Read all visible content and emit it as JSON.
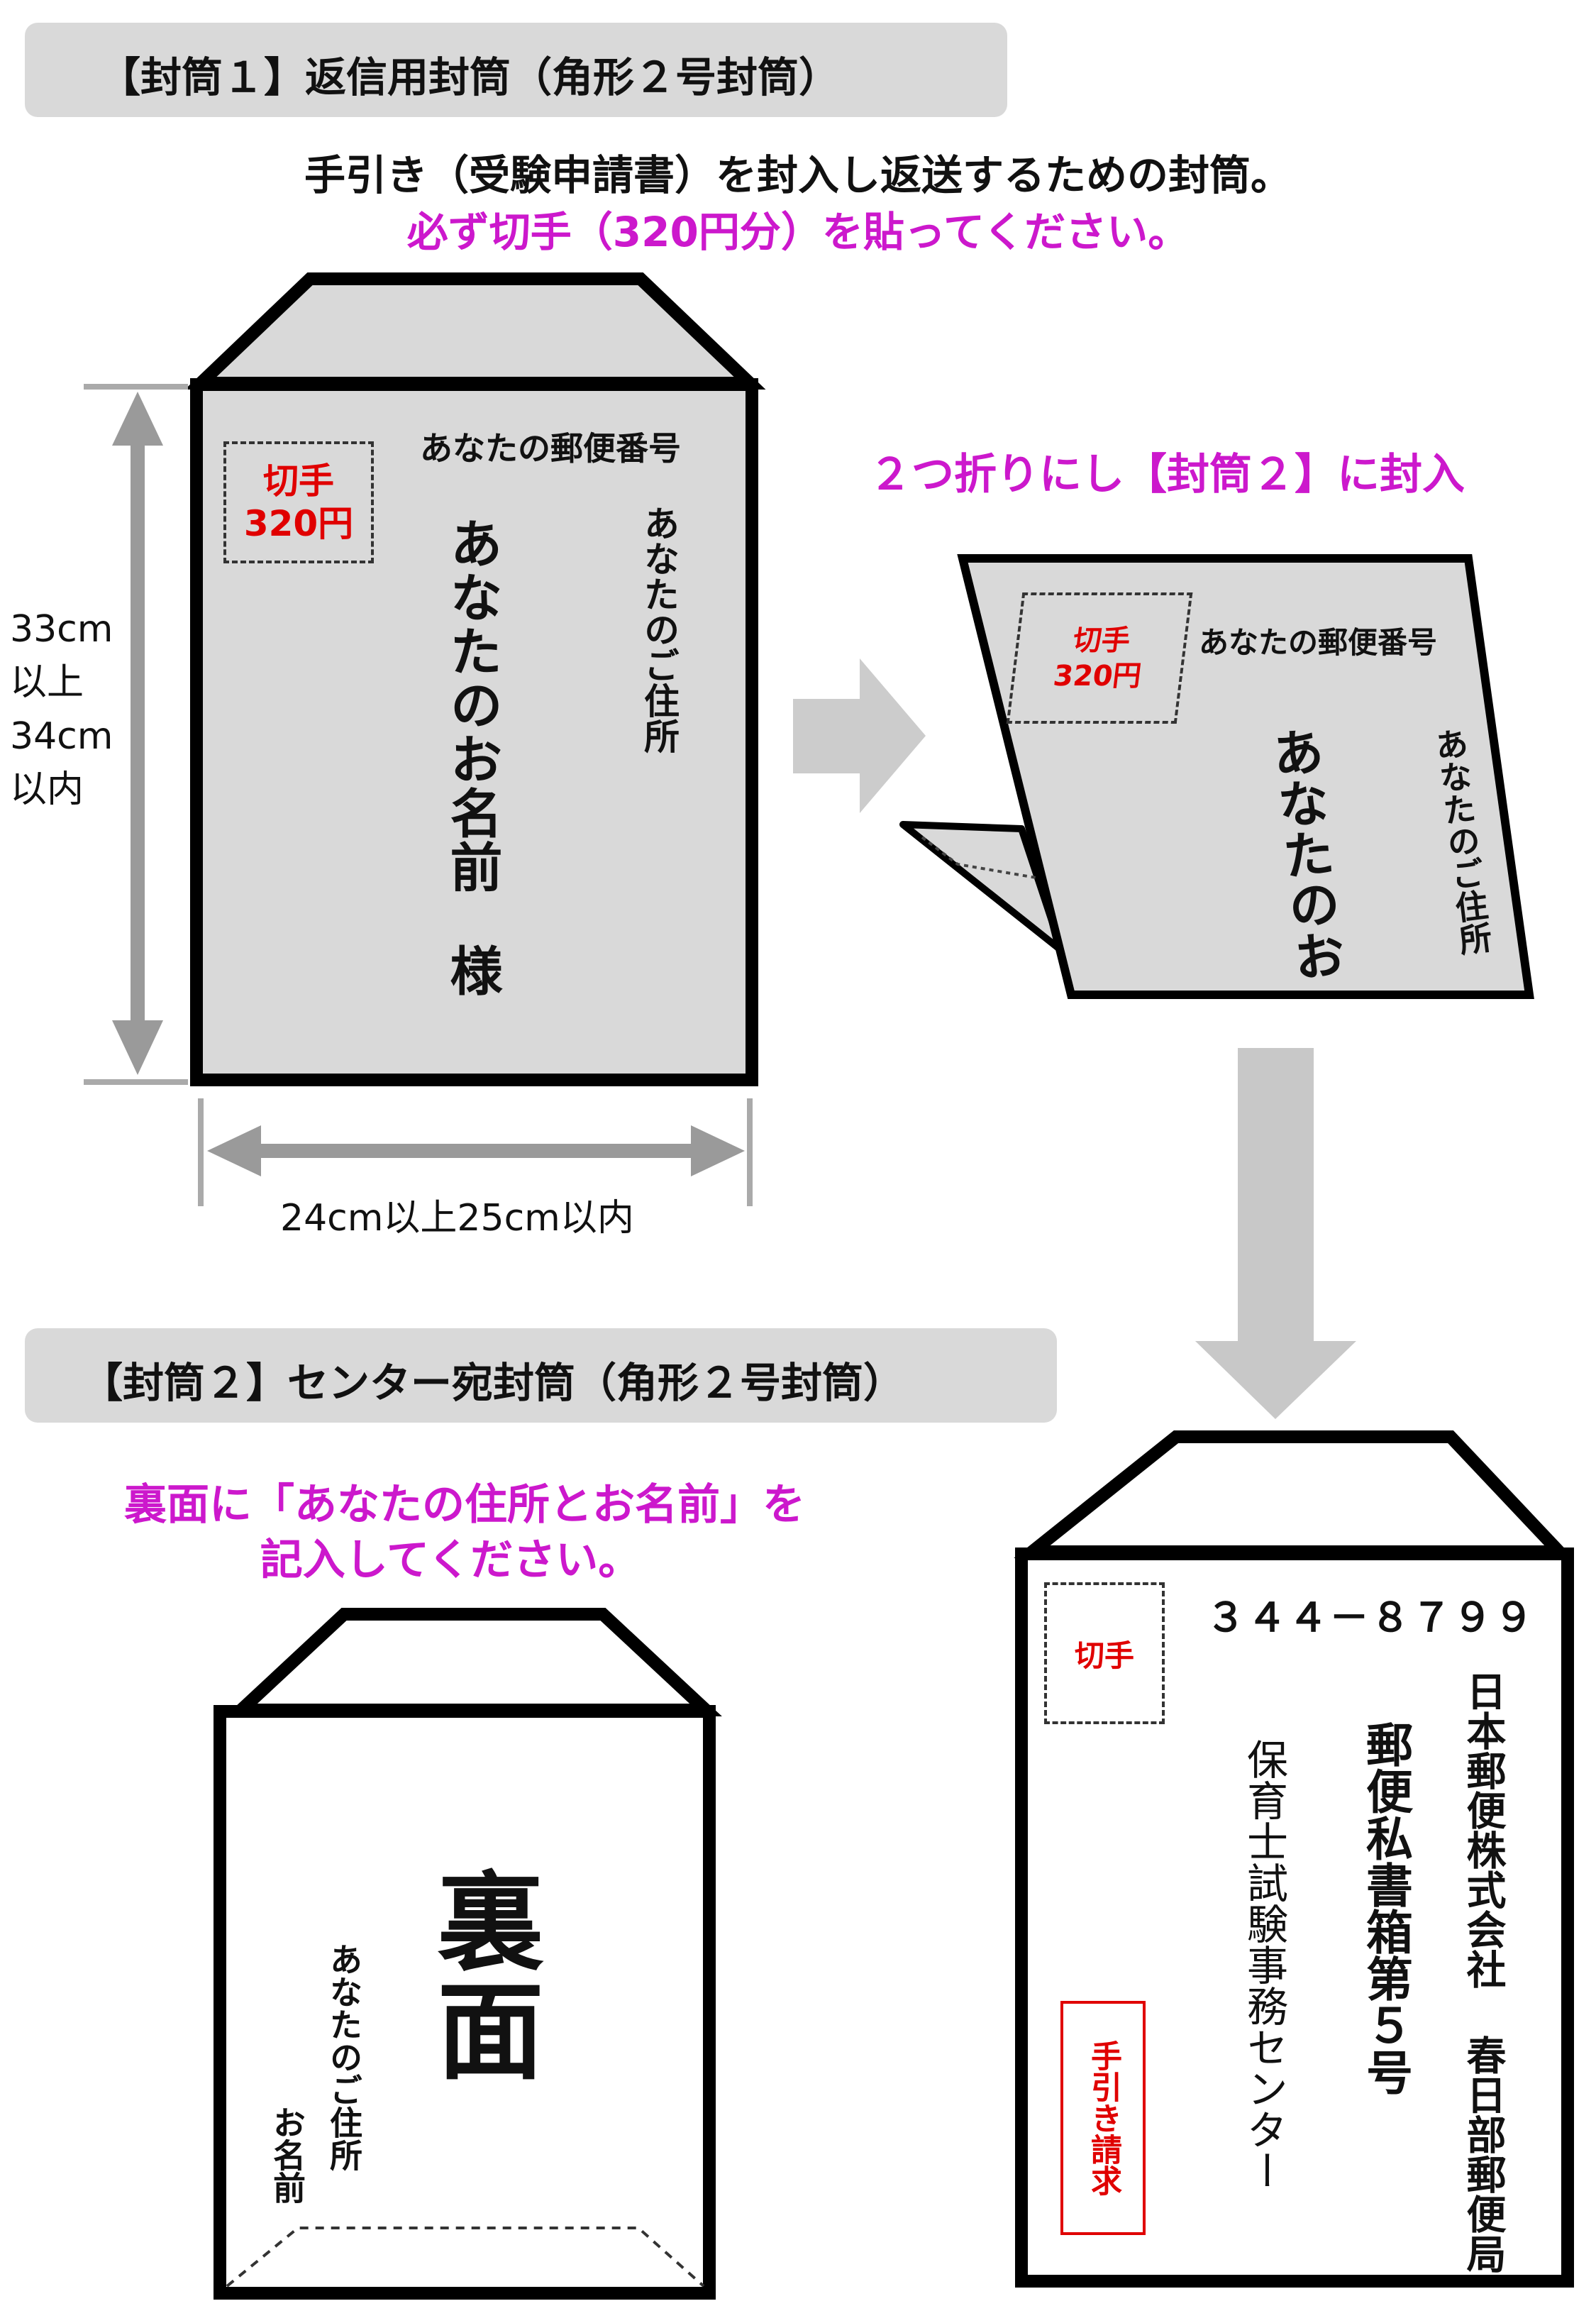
{
  "env1": {
    "title": "【封筒１】返信用封筒（角形２号封筒）",
    "desc": "手引き（受験申請書）を封入し返送するための封筒。",
    "note": "必ず切手（320円分）を貼ってください。",
    "stamp_label": "切手",
    "stamp_value": "320円",
    "postal_code": "あなたの郵便番号",
    "name": "あなたのお名前",
    "honorific": "様",
    "address": "あなたのご住所",
    "height_label": [
      "33cm",
      "以上",
      "34cm",
      "以内"
    ],
    "width_label": "24cm以上25cm以内"
  },
  "fold": {
    "instruction": "２つ折りにし【封筒２】に封入",
    "stamp_label": "切手",
    "stamp_value": "320円",
    "postal_code": "あなたの郵便番号",
    "name_partial": "あなたのお",
    "address": "あなたのご住所"
  },
  "env2": {
    "title": "【封筒２】センター宛封筒（角形２号封筒）",
    "instruction_line1": "裏面に「あなたの住所とお名前」を",
    "instruction_line2": "記入してください。",
    "back_label": "裏面",
    "back_address": "あなたのご住所",
    "back_name": "お名前"
  },
  "front": {
    "stamp_label": "切手",
    "postal_code": "３４４－８７９９",
    "company": "日本郵便株式会社 春日部郵便局",
    "po_box": "郵便私書箱第５号",
    "recipient": "保育士試験事務センター",
    "request_box": "手引き請求"
  },
  "colors": {
    "accent_magenta": "#cc18cc",
    "stamp_red": "#e00000",
    "envelope_gray": "#d9d9d9",
    "arrow_gray": "#c8c8c8"
  }
}
